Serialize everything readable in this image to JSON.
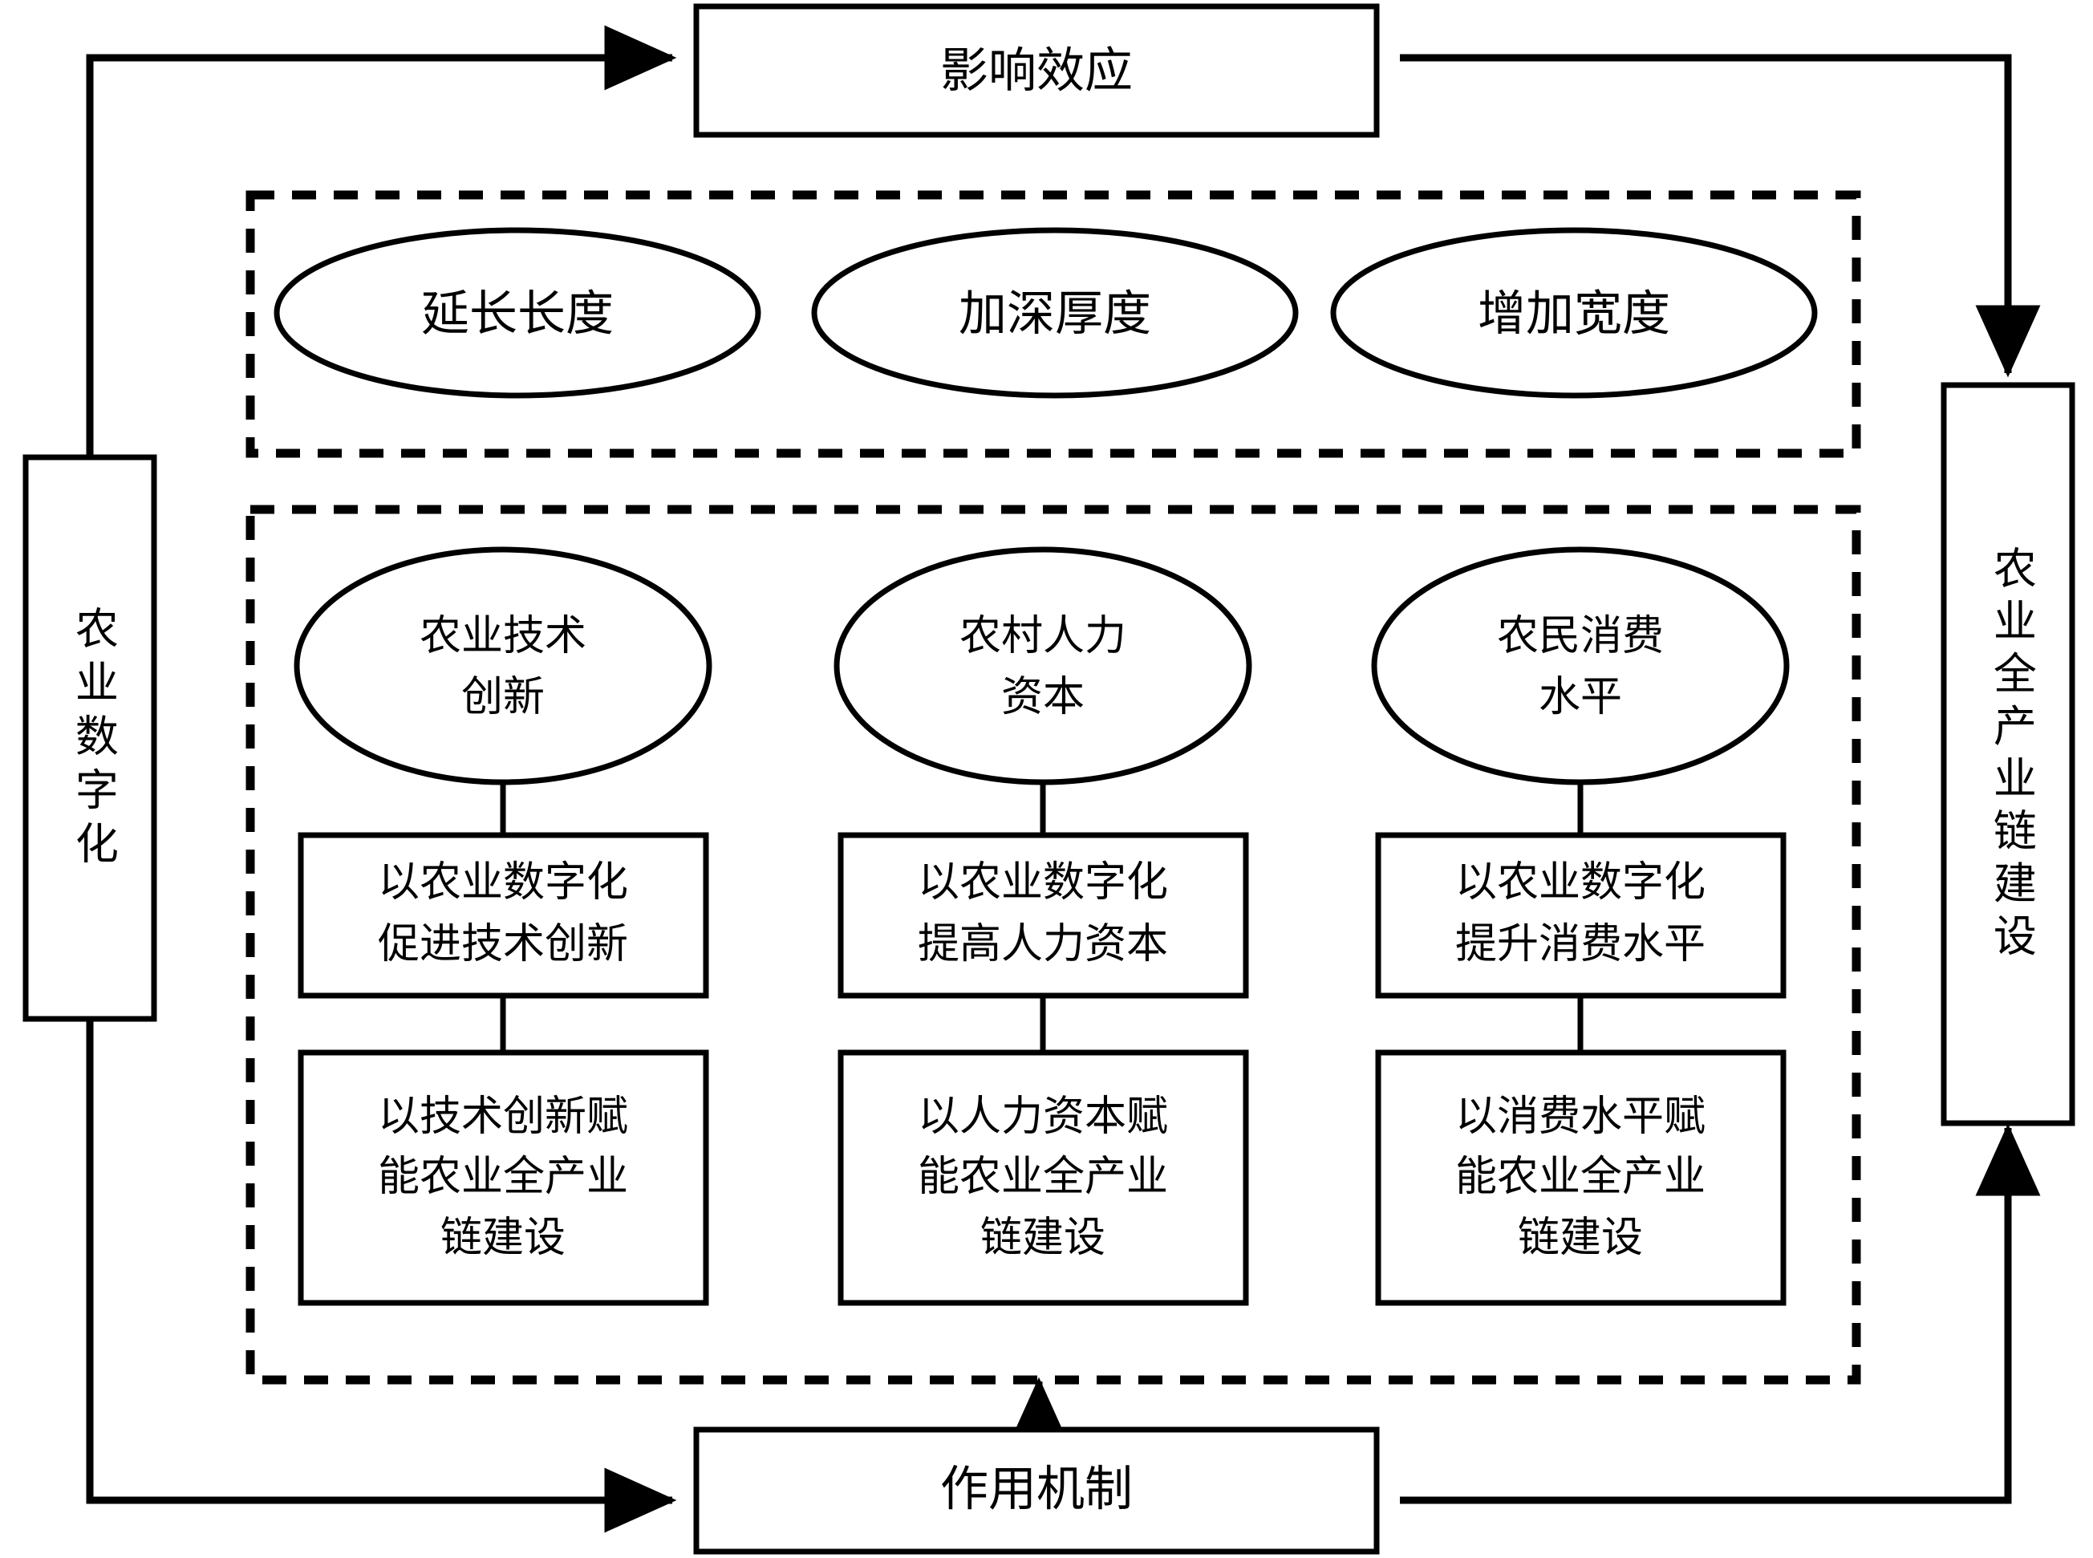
{
  "diagram": {
    "title_node": {
      "id": "impact-effect",
      "label": "影响效应"
    },
    "bottom_node": {
      "id": "action-mechanism",
      "label": "作用机制"
    },
    "left_node": {
      "id": "agricultural-digitalization",
      "label": "农业数字化",
      "orientation": "vertical"
    },
    "right_node": {
      "id": "full-industry-chain",
      "label": "农业全产业链建设",
      "orientation": "vertical"
    },
    "effect_group": {
      "name": "impact-effect-group",
      "border": "dashed",
      "ellipses": [
        {
          "id": "extend-length",
          "label": "延长长度"
        },
        {
          "id": "deepen-thickness",
          "label": "加深厚度"
        },
        {
          "id": "increase-width",
          "label": "增加宽度"
        }
      ]
    },
    "mechanism_group": {
      "name": "action-mechanism-group",
      "border": "dashed",
      "columns": [
        {
          "id": "tech-innovation",
          "ellipse": [
            "农业技术",
            "创新"
          ],
          "box_upper": [
            "以农业数字化",
            "促进技术创新"
          ],
          "box_lower": [
            "以技术创新赋",
            "能农业全产业",
            "链建设"
          ]
        },
        {
          "id": "human-capital",
          "ellipse": [
            "农村人力",
            "资本"
          ],
          "box_upper": [
            "以农业数字化",
            "提高人力资本"
          ],
          "box_lower": [
            "以人力资本赋",
            "能农业全产业",
            "链建设"
          ]
        },
        {
          "id": "consumption-level",
          "ellipse": [
            "农民消费",
            "水平"
          ],
          "box_upper": [
            "以农业数字化",
            "提升消费水平"
          ],
          "box_lower": [
            "以消费水平赋",
            "能农业全产业",
            "链建设"
          ]
        }
      ]
    },
    "colors": {
      "stroke": "#000000",
      "fill": "#ffffff"
    }
  }
}
